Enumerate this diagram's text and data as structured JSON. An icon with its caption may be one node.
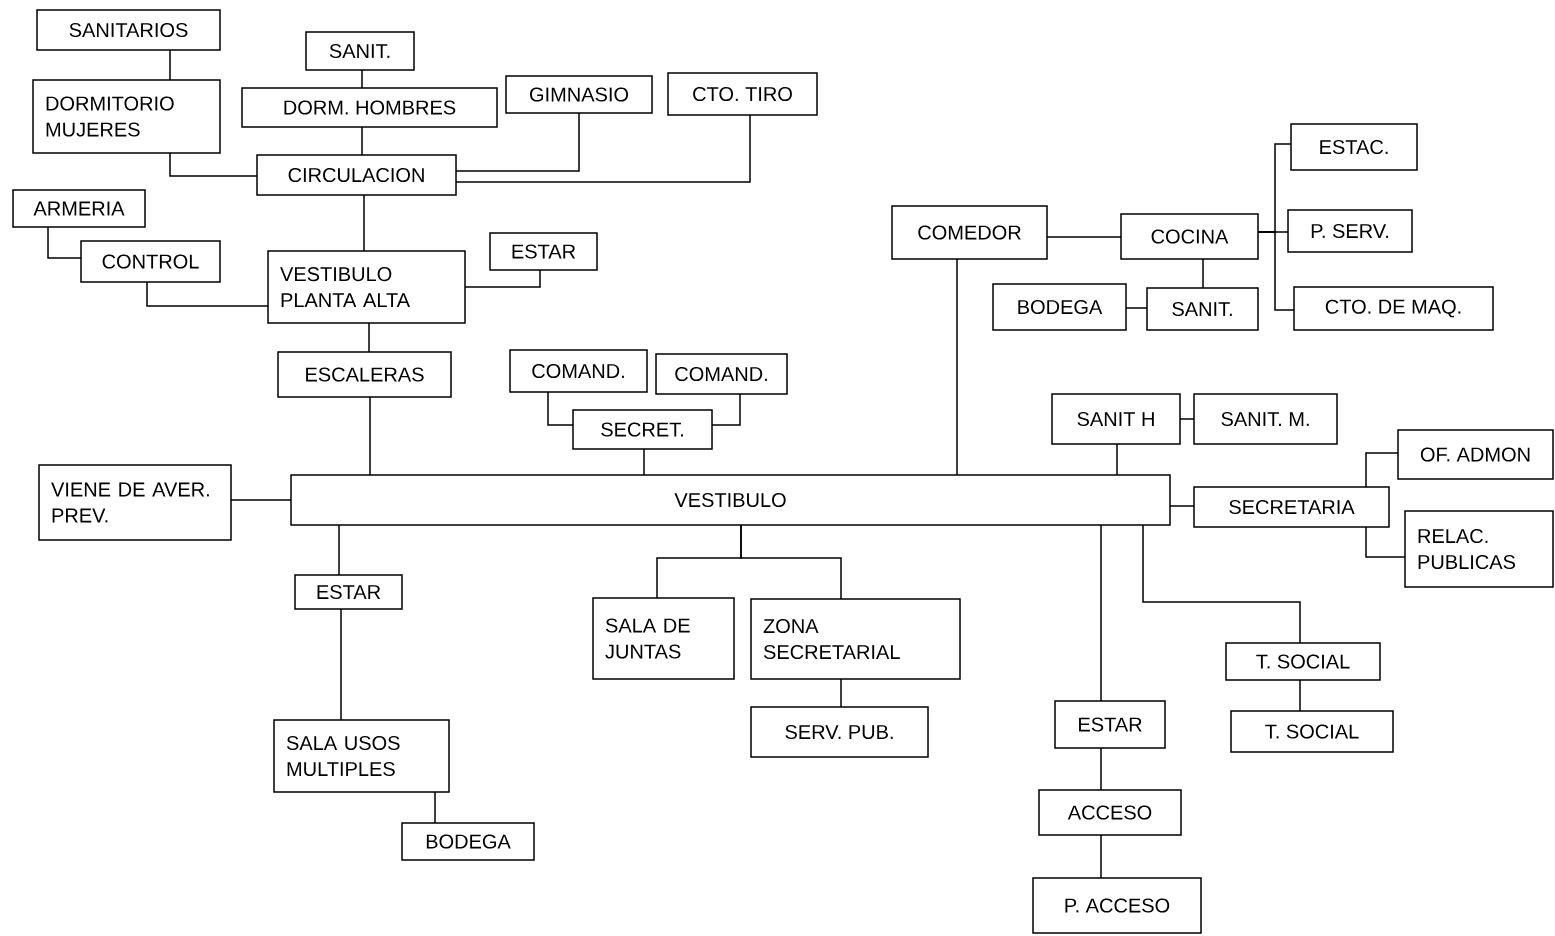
{
  "diagram": {
    "nodes": [
      {
        "text": [
          "SANITARIOS"
        ]
      },
      {
        "text": [
          "DORMITORIO MUJERES"
        ]
      },
      {
        "text": [
          "SANIT."
        ]
      },
      {
        "text": [
          "DORM. HOMBRES"
        ]
      },
      {
        "text": [
          "GIMNASIO"
        ]
      },
      {
        "text": [
          "CTO. TIRO"
        ]
      },
      {
        "text": [
          "CIRCULACION"
        ]
      },
      {
        "text": [
          "ARMERIA"
        ]
      },
      {
        "text": [
          "CONTROL"
        ]
      },
      {
        "text": [
          "VESTIBULO PLANTA ALTA"
        ]
      },
      {
        "text": [
          "ESTAR"
        ]
      },
      {
        "text": [
          "ESCALERAS"
        ]
      },
      {
        "text": [
          "COMAND."
        ]
      },
      {
        "text": [
          "COMAND."
        ]
      },
      {
        "text": [
          "SECRET."
        ]
      },
      {
        "text": [
          "VIENE DE AVER. PREV."
        ]
      },
      {
        "text": [
          "VESTIBULO"
        ]
      },
      {
        "text": [
          "COMEDOR"
        ]
      },
      {
        "text": [
          "COCINA"
        ]
      },
      {
        "text": [
          "ESTAC."
        ]
      },
      {
        "text": [
          "P. SERV."
        ]
      },
      {
        "text": [
          "BODEGA"
        ]
      },
      {
        "text": [
          "SANIT."
        ]
      },
      {
        "text": [
          "CTO. DE MAQ."
        ]
      },
      {
        "text": [
          "SANIT H"
        ]
      },
      {
        "text": [
          "SANIT. M."
        ]
      },
      {
        "text": [
          "OF. ADMON"
        ]
      },
      {
        "text": [
          "SECRETARIA"
        ]
      },
      {
        "text": [
          "RELAC. PUBLICAS"
        ]
      },
      {
        "text": [
          "ESTAR"
        ]
      },
      {
        "text": [
          "SALA DE JUNTAS"
        ]
      },
      {
        "text": [
          "ZONA SECRETARIAL"
        ]
      },
      {
        "text": [
          "SERV. PUB."
        ]
      },
      {
        "text": [
          "SALA USOS MULTIPLES"
        ]
      },
      {
        "text": [
          "BODEGA"
        ]
      },
      {
        "text": [
          "T. SOCIAL"
        ]
      },
      {
        "text": [
          "T. SOCIAL"
        ]
      },
      {
        "text": [
          "ESTAR"
        ]
      },
      {
        "text": [
          "ACCESO"
        ]
      },
      {
        "text": [
          "P. ACCESO"
        ]
      }
    ],
    "edges": [
      {
        "from": 0,
        "to": 1,
        "arrow": "none"
      },
      {
        "from": 2,
        "to": 3,
        "arrow": "none"
      },
      {
        "from": 3,
        "to": 6,
        "arrow": "none"
      },
      {
        "from": 1,
        "to": 6,
        "arrow": "none"
      },
      {
        "from": 4,
        "to": 6,
        "arrow": "none"
      },
      {
        "from": 5,
        "to": 6,
        "arrow": "none"
      },
      {
        "from": 6,
        "to": 9,
        "arrow": "none"
      },
      {
        "from": 7,
        "to": 8,
        "arrow": "none"
      },
      {
        "from": 8,
        "to": 9,
        "arrow": "none"
      },
      {
        "from": 10,
        "to": 9,
        "arrow": "none"
      },
      {
        "from": 9,
        "to": 11,
        "arrow": "none"
      },
      {
        "from": 11,
        "to": 16,
        "arrow": "none"
      },
      {
        "from": 12,
        "to": 14,
        "arrow": "none"
      },
      {
        "from": 13,
        "to": 14,
        "arrow": "none"
      },
      {
        "from": 14,
        "to": 16,
        "arrow": "none"
      },
      {
        "from": 15,
        "to": 16,
        "arrow": "none"
      },
      {
        "from": 17,
        "to": 16,
        "arrow": "none"
      },
      {
        "from": 17,
        "to": 18,
        "arrow": "none"
      },
      {
        "from": 18,
        "to": 22,
        "arrow": "none"
      },
      {
        "from": 21,
        "to": 22,
        "arrow": "none"
      },
      {
        "from": 18,
        "to": 19,
        "arrow": "none"
      },
      {
        "from": 18,
        "to": 20,
        "arrow": "none"
      },
      {
        "from": 18,
        "to": 23,
        "arrow": "none"
      },
      {
        "from": 24,
        "to": 25,
        "arrow": "none"
      },
      {
        "from": 24,
        "to": 16,
        "arrow": "none"
      },
      {
        "from": 16,
        "to": 27,
        "arrow": "none"
      },
      {
        "from": 27,
        "to": 26,
        "arrow": "none"
      },
      {
        "from": 27,
        "to": 28,
        "arrow": "none"
      },
      {
        "from": 16,
        "to": 29,
        "arrow": "none"
      },
      {
        "from": 29,
        "to": 33,
        "arrow": "none"
      },
      {
        "from": 33,
        "to": 34,
        "arrow": "none"
      },
      {
        "from": 16,
        "to": 30,
        "arrow": "none"
      },
      {
        "from": 16,
        "to": 31,
        "arrow": "none"
      },
      {
        "from": 31,
        "to": 32,
        "arrow": "none"
      },
      {
        "from": 16,
        "to": 37,
        "arrow": "none"
      },
      {
        "from": 37,
        "to": 38,
        "arrow": "none"
      },
      {
        "from": 38,
        "to": 39,
        "arrow": "none"
      },
      {
        "from": 16,
        "to": 35,
        "arrow": "none"
      },
      {
        "from": 35,
        "to": 36,
        "arrow": "none"
      }
    ]
  }
}
